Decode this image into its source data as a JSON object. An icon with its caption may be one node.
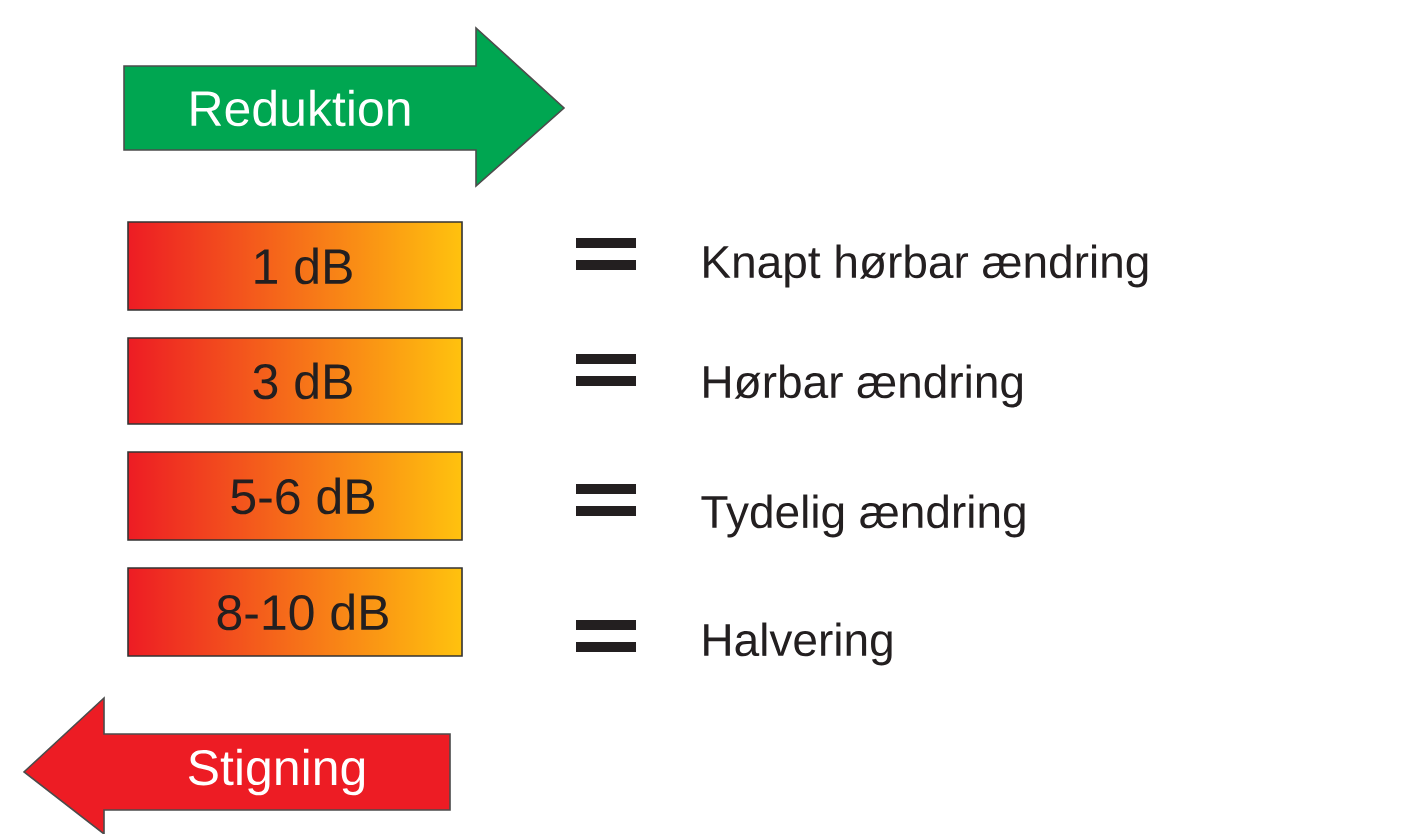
{
  "diagram": {
    "nodes": [
      {
        "text": [
          "Reduktion"
        ]
      },
      {
        "text": [
          "1 dB"
        ]
      },
      {
        "text": [
          "3 dB"
        ]
      },
      {
        "text": [
          "5-6 dB"
        ]
      },
      {
        "text": [
          "8-10 dB"
        ]
      },
      {
        "text": [
          "Stigning"
        ]
      }
    ],
    "labels": [
      "Knapt hørbar ændring",
      "Hørbar ændring",
      "Tydelig ændring",
      "Halvering"
    ]
  }
}
